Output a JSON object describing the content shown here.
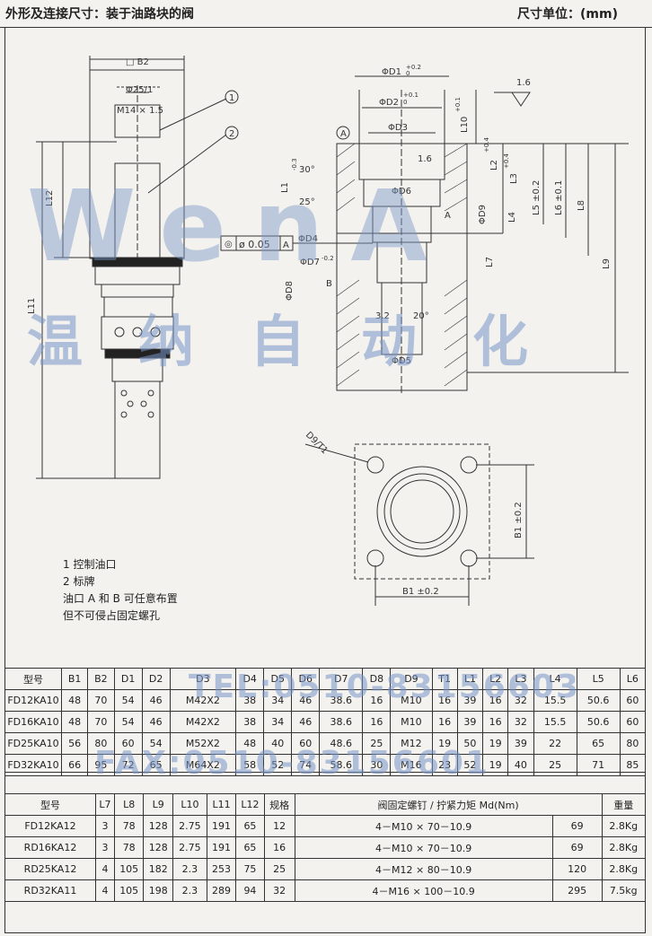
{
  "header": {
    "title": "外形及连接尺寸：装于油路块的阀",
    "unit": "尺寸单位：(mm)"
  },
  "drawing": {
    "labels": {
      "b2": "□ B2",
      "phi25": "Φ25/1",
      "m14": "M14 × 1.5",
      "circ1": "1",
      "circ2": "2",
      "l12": "L12",
      "l11": "L11",
      "phid1": "ΦD1",
      "phid1_tol_up": "+0.2",
      "phid1_tol_dn": "0",
      "phid2": "ΦD2",
      "phid2_tol_up": "+0.1",
      "phid2_tol_dn": "0",
      "phid3": "ΦD3",
      "rough1": "1.6",
      "rough2": "1.6",
      "rough3": "3.2",
      "circA": "A",
      "l1": "L1",
      "l1_tol": "-0.3",
      "ang30": "30°",
      "ang25": "25°",
      "ang20": "20°",
      "phid6": "ΦD6",
      "phid9": "ΦD9",
      "portA": "A",
      "portB": "B",
      "phid4": "ΦD4",
      "phid7": "ΦD7",
      "phid7_tol": "-0.2",
      "phid8": "ΦD8",
      "phid5": "ΦD5",
      "tol_box_sym": "◎",
      "tol_box_val": "ø 0.05",
      "tol_box_ref": "A",
      "l10": "L10",
      "l10_tol": "+0.1",
      "l2": "L2",
      "l2_tol": "+0.4",
      "l3": "L3",
      "l3_tol": "+0.4",
      "l4": "L4",
      "l5": "L5 ±0.2",
      "l6": "L6 ±0.1",
      "l8": "L8",
      "l7": "L7",
      "l9": "L9",
      "d9t1": "D9/T1",
      "b1v": "B1 ±0.2",
      "b1h": "B1 ±0.2"
    }
  },
  "notes": [
    "1  控制油口",
    "2  标牌",
    "油口 A 和 B 可任意布置",
    "但不可侵占固定螺孔"
  ],
  "watermark": {
    "brand": "WenA",
    "cn": "温纳自动化",
    "tel": "TEL:0510-83156603",
    "fax": "FAX:0510-83156601"
  },
  "table1": {
    "headers": [
      "型号",
      "B1",
      "B2",
      "D1",
      "D2",
      "D3",
      "D4",
      "D5",
      "D6",
      "D7",
      "D8",
      "D9",
      "T1",
      "L1",
      "L2",
      "L3",
      "L4",
      "L5",
      "L6"
    ],
    "rows": [
      [
        "FD12KA10",
        "48",
        "70",
        "54",
        "46",
        "M42X2",
        "38",
        "34",
        "46",
        "38.6",
        "16",
        "M10",
        "16",
        "39",
        "16",
        "32",
        "15.5",
        "50.6",
        "60"
      ],
      [
        "FD16KA10",
        "48",
        "70",
        "54",
        "46",
        "M42X2",
        "38",
        "34",
        "46",
        "38.6",
        "16",
        "M10",
        "16",
        "39",
        "16",
        "32",
        "15.5",
        "50.6",
        "60"
      ],
      [
        "FD25KA10",
        "56",
        "80",
        "60",
        "54",
        "M52X2",
        "48",
        "40",
        "60",
        "48.6",
        "25",
        "M12",
        "19",
        "50",
        "19",
        "39",
        "22",
        "65",
        "80"
      ],
      [
        "FD32KA10",
        "66",
        "95",
        "72",
        "65",
        "M64X2",
        "58",
        "52",
        "74",
        "58.6",
        "30",
        "M16",
        "23",
        "52",
        "19",
        "40",
        "25",
        "71",
        "85"
      ]
    ]
  },
  "table2": {
    "headers": [
      "型号",
      "L7",
      "L8",
      "L9",
      "L10",
      "L11",
      "L12",
      "规格",
      "阀固定螺钉 / 拧紧力矩 Md(Nm)",
      "",
      "重量"
    ],
    "rows": [
      [
        "FD12KA12",
        "3",
        "78",
        "128",
        "2.75",
        "191",
        "65",
        "12",
        "4－M10 × 70－10.9",
        "69",
        "2.8Kg"
      ],
      [
        "RD16KA12",
        "3",
        "78",
        "128",
        "2.75",
        "191",
        "65",
        "16",
        "4－M10 × 70－10.9",
        "69",
        "2.8Kg"
      ],
      [
        "RD25KA12",
        "4",
        "105",
        "182",
        "2.3",
        "253",
        "75",
        "25",
        "4－M12 × 80－10.9",
        "120",
        "2.8Kg"
      ],
      [
        "RD32KA11",
        "4",
        "105",
        "198",
        "2.3",
        "289",
        "94",
        "32",
        "4－M16 × 100－10.9",
        "295",
        "7.5kg"
      ]
    ]
  }
}
